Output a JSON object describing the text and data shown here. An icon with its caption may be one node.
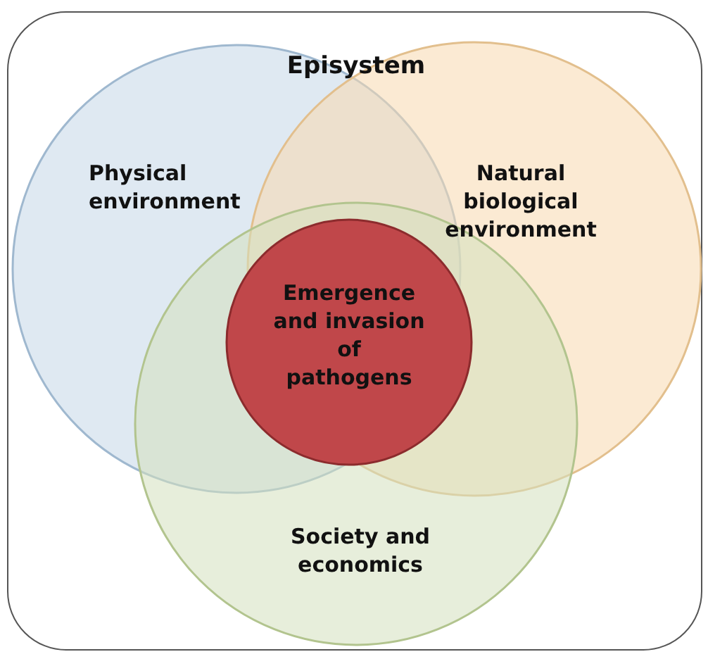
{
  "diagram": {
    "nodes": [
      {
        "text": [
          "Episystem"
        ]
      },
      {
        "text": [
          "Physical environment"
        ],
        "in": 0
      },
      {
        "text": [
          "Natural biological environment"
        ],
        "in": 0
      },
      {
        "text": [
          "Society and economics"
        ],
        "in": 0
      },
      {
        "text": [
          "Emergence and invasion of pathogens"
        ]
      }
    ]
  }
}
